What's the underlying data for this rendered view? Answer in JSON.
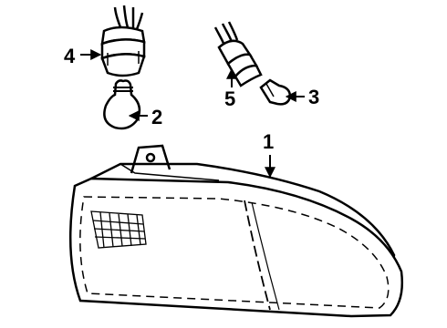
{
  "callouts": [
    {
      "id": "1",
      "label": "1",
      "part": "lamp-assembly"
    },
    {
      "id": "2",
      "label": "2",
      "part": "bulb"
    },
    {
      "id": "3",
      "label": "3",
      "part": "wedge-bulb"
    },
    {
      "id": "4",
      "label": "4",
      "part": "bulb-socket"
    },
    {
      "id": "5",
      "label": "5",
      "part": "side-socket"
    }
  ]
}
